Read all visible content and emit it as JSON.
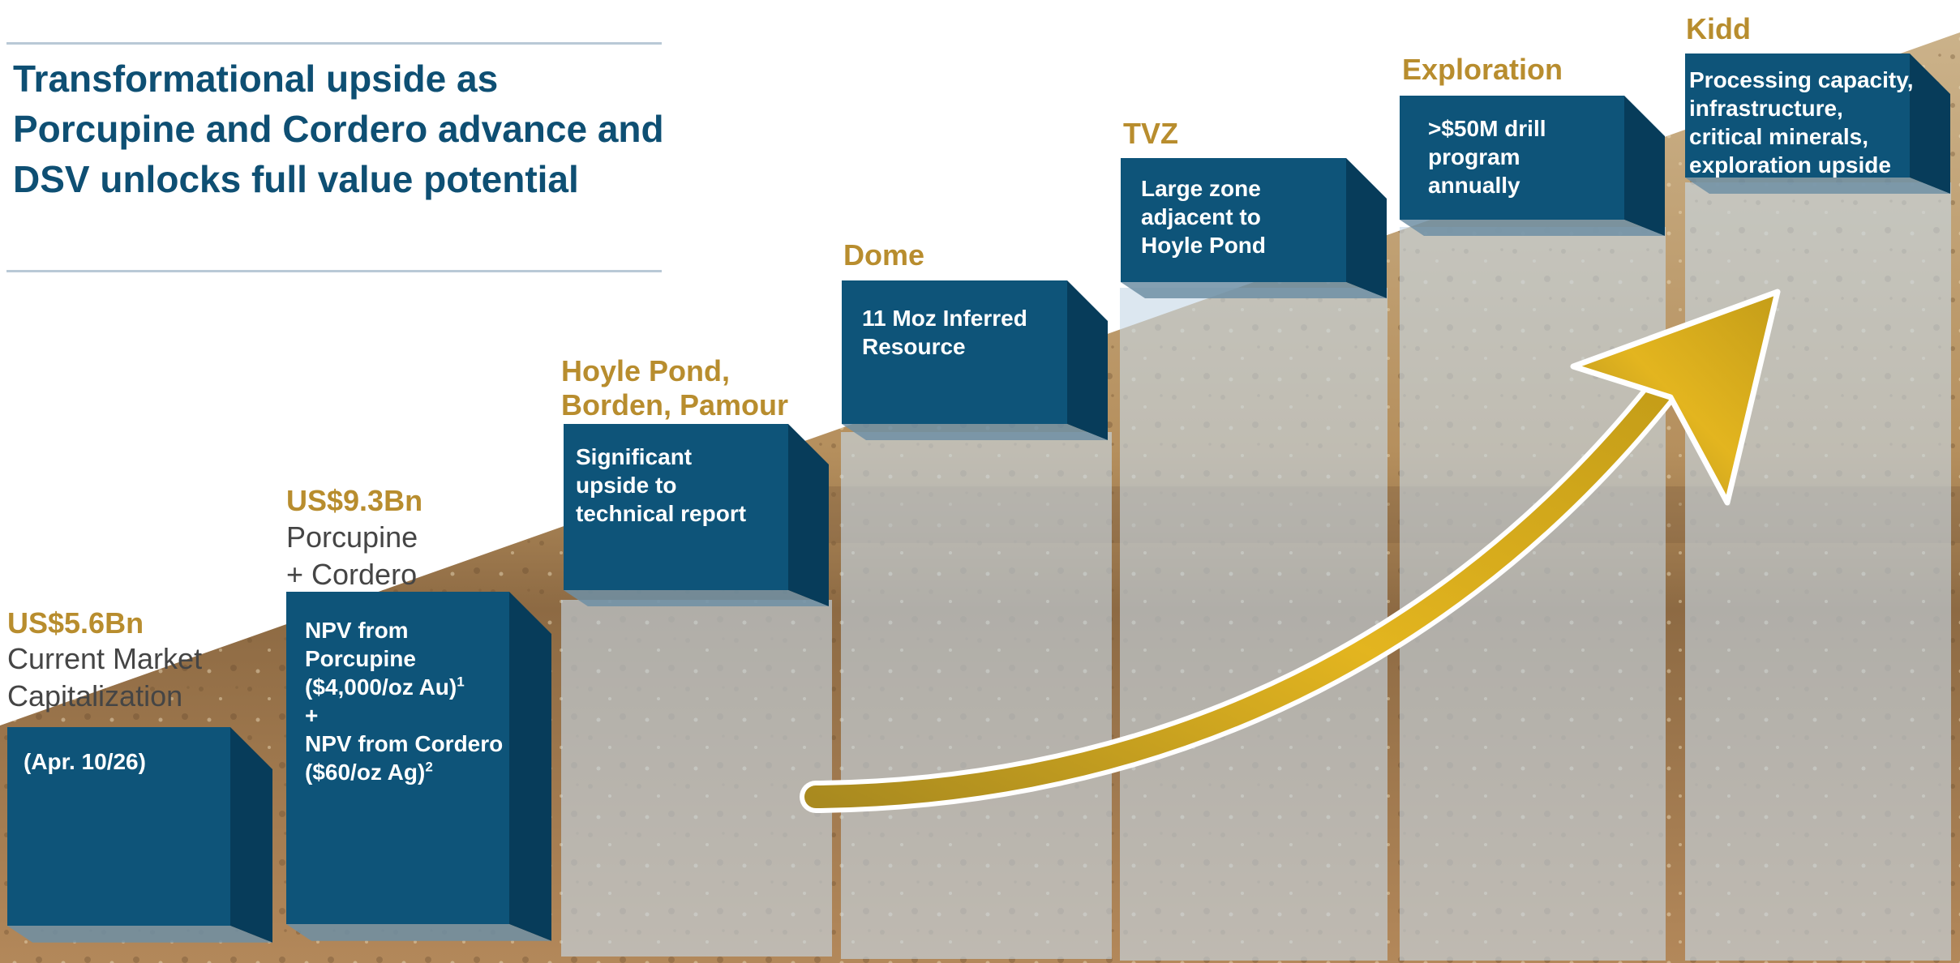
{
  "title": "Transformational upside as Porcupine and Cordero advance and DSV unlocks full value potential",
  "colors": {
    "box_front": "#0e5479",
    "box_side": "#073c5a",
    "box_top": "#6e8fa5",
    "heading_gold": "#b88d2e",
    "title_blue": "#0e4f73",
    "arrow_gold": "#d4ac1c"
  },
  "steps": [
    {
      "heading": "US$5.6Bn",
      "subtitle_lines": [
        "Current Market",
        "Capitalization"
      ],
      "box_lines": [
        "(Apr. 10/26)"
      ]
    },
    {
      "heading": "US$9.3Bn",
      "subtitle_lines": [
        "Porcupine",
        "+ Cordero"
      ],
      "box_lines": [
        "NPV from",
        "Porcupine",
        "($4,000/oz Au)",
        "+",
        "NPV from Cordero",
        "($60/oz Ag)"
      ],
      "footnotes": [
        "1",
        "2"
      ]
    },
    {
      "heading_lines": [
        "Hoyle Pond,",
        "Borden, Pamour"
      ],
      "box_lines": [
        "Significant",
        "upside to",
        "technical report"
      ]
    },
    {
      "heading": "Dome",
      "box_lines": [
        "11 Moz Inferred",
        "Resource"
      ]
    },
    {
      "heading": "TVZ",
      "box_lines": [
        "Large zone",
        "adjacent to",
        "Hoyle Pond"
      ]
    },
    {
      "heading": "Exploration",
      "box_lines": [
        ">$50M drill",
        "program",
        "annually"
      ]
    },
    {
      "heading": "Kidd",
      "box_lines": [
        "Processing capacity,",
        "infrastructure,",
        "critical minerals,",
        "exploration upside"
      ]
    }
  ]
}
